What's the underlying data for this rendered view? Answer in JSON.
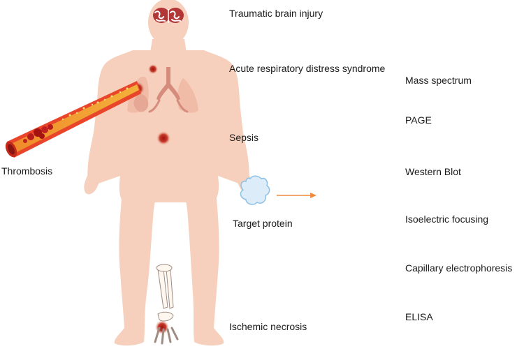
{
  "conditions": {
    "traumatic_brain_injury": "Traumatic brain injury",
    "ards": "Acute respiratory distress syndrome",
    "sepsis": "Sepsis",
    "thrombosis": "Thrombosis",
    "ischemic_necrosis": "Ischemic necrosis"
  },
  "target_protein": "Target protein",
  "methods": [
    "Mass spectrum",
    "PAGE",
    "Western Blot",
    "Isoelectric focusing",
    "Capillary electrophoresis",
    "ELISA"
  ],
  "colors": {
    "skin": "#f6d0bc",
    "skin_shade": "#eebca5",
    "lesion": "#b51c1c",
    "lesion_glow": "#e9a08c",
    "organ": "#c9857a",
    "line_yellow": "#f7c21e",
    "line_orange": "#e2502b",
    "arrow": "#f08a3a",
    "protein_fill": "#dcecf8",
    "protein_edge": "#8ec1e6",
    "vessel_outer": "#e8452a",
    "vessel_fill": "#f2a23a",
    "bone": "#fdf7f0",
    "bone_edge": "#a08b82"
  }
}
